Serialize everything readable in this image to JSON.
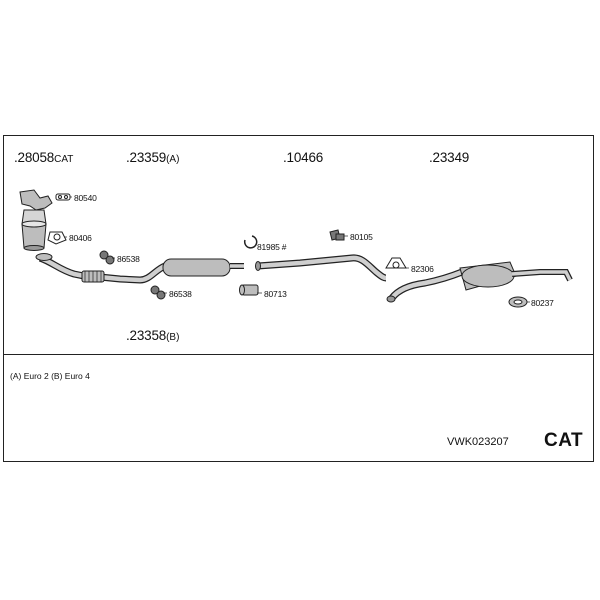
{
  "groups": [
    {
      "number": ".28058",
      "suffix": "CAT"
    },
    {
      "number": ".23359",
      "suffix": "(A)"
    },
    {
      "number": ".10466",
      "suffix": ""
    },
    {
      "number": ".23349",
      "suffix": ""
    },
    {
      "number": ".23358",
      "suffix": "(B)"
    }
  ],
  "parts": [
    "80540",
    "80406",
    "86538",
    "86538",
    "81985 #",
    "80713",
    "80105",
    "82306",
    "80237"
  ],
  "legend": "(A) Euro 2 (B) Euro 4",
  "kit_code": "VWK023207",
  "kit_type": "CAT"
}
